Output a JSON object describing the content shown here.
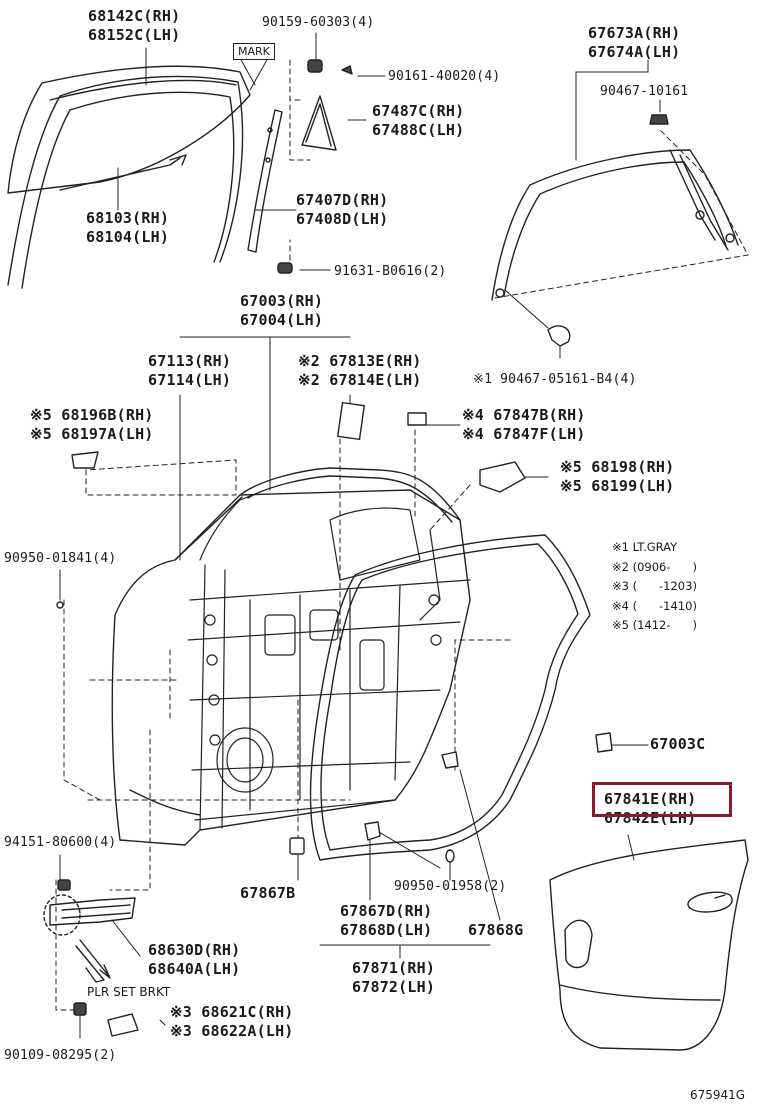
{
  "labels": {
    "p68142": [
      "68142C(RH)",
      "68152C(LH)"
    ],
    "p90159": "90159-60303(4)",
    "p90161": "90161-40020(4)",
    "p67673": [
      "67673A(RH)",
      "67674A(LH)"
    ],
    "p90467_10161": "90467-10161",
    "p67487": [
      "67487C(RH)",
      "67488C(LH)"
    ],
    "p67407": [
      "67407D(RH)",
      "67408D(LH)"
    ],
    "p68103": [
      "68103(RH)",
      "68104(LH)"
    ],
    "p91631": "91631-B0616(2)",
    "p67003": [
      "67003(RH)",
      "67004(LH)"
    ],
    "p67113": [
      "67113(RH)",
      "67114(LH)"
    ],
    "p67813": [
      "※2 67813E(RH)",
      "※2 67814E(LH)"
    ],
    "p90467_05161": "※1 90467-05161-B4(4)",
    "p68196": [
      "※5 68196B(RH)",
      "※5 68197A(LH)"
    ],
    "p67847": [
      "※4 67847B(RH)",
      "※4 67847F(LH)"
    ],
    "p68198": [
      "※5 68198(RH)",
      "※5 68199(LH)"
    ],
    "p90950_01841": "90950-01841(4)",
    "p67003C": "67003C",
    "p67841": [
      "67841E(RH)",
      "67842E(LH)"
    ],
    "p94151": "94151-80600(4)",
    "p67867B": "67867B",
    "p90950_01958": "90950-01958(2)",
    "p67867D": [
      "67867D(RH)",
      "67868D(LH)"
    ],
    "p67868G": "67868G",
    "p68630": [
      "68630D(RH)",
      "68640A(LH)"
    ],
    "p67871": [
      "67871(RH)",
      "67872(LH)"
    ],
    "p68621": [
      "※3 68621C(RH)",
      "※3 68622A(LH)"
    ],
    "p90109": "90109-08295(2)"
  },
  "notes": [
    "※1 LT.GRAY",
    "※2 (0906-      )",
    "※3 (      -1203)",
    "※4 (      -1410)",
    "※5 (1412-      )"
  ],
  "mark_text": "MARK",
  "plr_text": "PLR SET BRKT",
  "diagram_id": "675941G",
  "highlight_color": "#8b1a2b"
}
